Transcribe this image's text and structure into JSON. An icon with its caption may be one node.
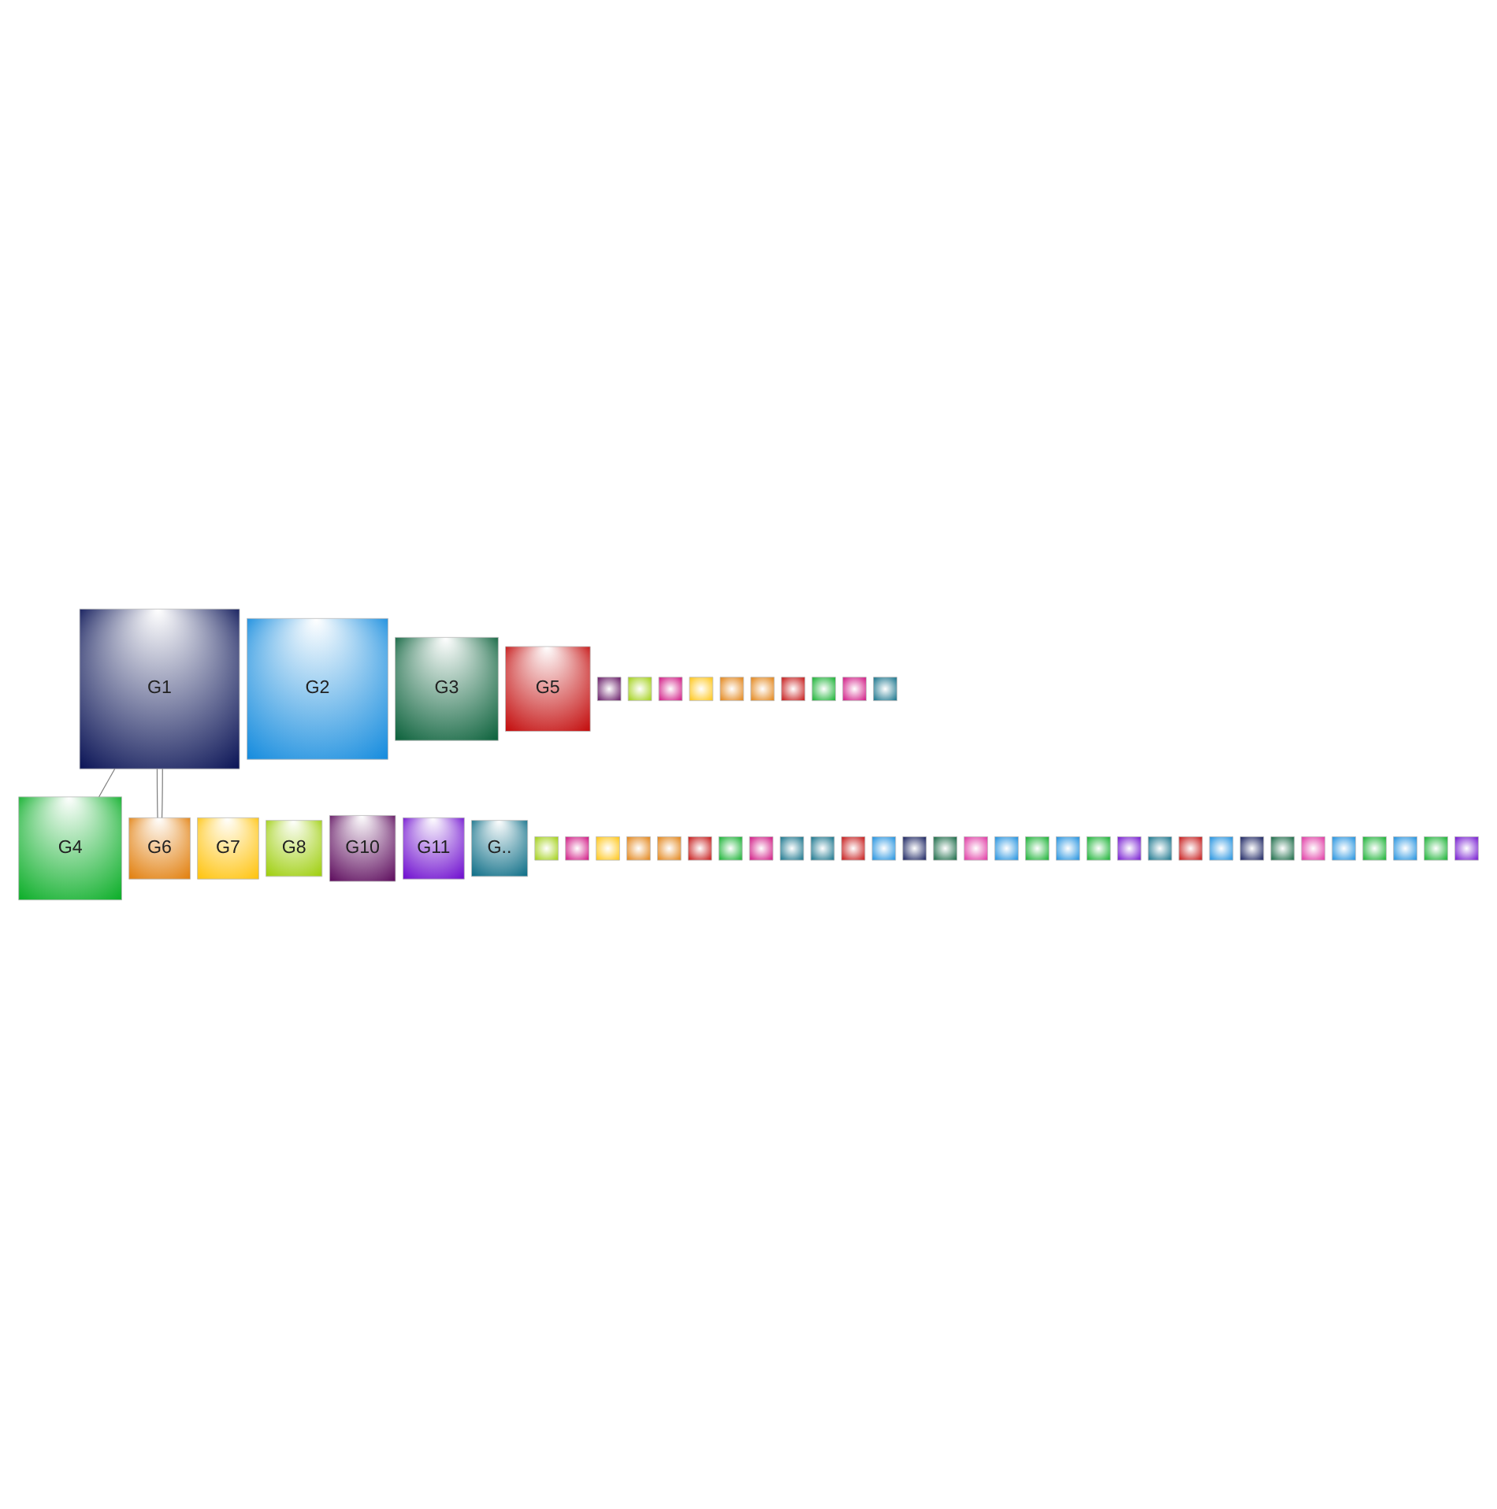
{
  "diagram": {
    "nodes": [
      {
        "text": [
          "G1"
        ]
      },
      {
        "text": [
          "G2"
        ]
      },
      {
        "text": [
          "G3"
        ]
      },
      {
        "text": [
          "G4"
        ]
      },
      {
        "text": [
          "G5"
        ]
      },
      {
        "text": [
          "G6"
        ]
      },
      {
        "text": [
          "G7"
        ]
      },
      {
        "text": [
          "G8"
        ]
      },
      {
        "text": [
          "G10"
        ]
      },
      {
        "text": [
          "G11"
        ]
      },
      {
        "text": [
          "G.."
        ]
      },
      {
        "text": [],
        "shape": "box"
      },
      {
        "text": [],
        "shape": "box"
      },
      {
        "text": [],
        "shape": "box"
      },
      {
        "text": [],
        "shape": "box"
      },
      {
        "text": [],
        "shape": "box"
      },
      {
        "text": [],
        "shape": "box"
      },
      {
        "text": [],
        "shape": "box"
      },
      {
        "text": [],
        "shape": "box"
      },
      {
        "text": [],
        "shape": "box"
      },
      {
        "text": [],
        "shape": "box"
      },
      {
        "text": [],
        "shape": "box"
      },
      {
        "text": [],
        "shape": "box"
      },
      {
        "text": [],
        "shape": "box"
      },
      {
        "text": [],
        "shape": "box"
      },
      {
        "text": [],
        "shape": "box"
      },
      {
        "text": [],
        "shape": "box"
      },
      {
        "text": [],
        "shape": "box"
      },
      {
        "text": [],
        "shape": "box"
      },
      {
        "text": [],
        "shape": "box"
      },
      {
        "text": [],
        "shape": "box"
      },
      {
        "text": [],
        "shape": "box"
      },
      {
        "text": [],
        "shape": "box"
      },
      {
        "text": [],
        "shape": "box"
      },
      {
        "text": [],
        "shape": "box"
      },
      {
        "text": [],
        "shape": "box"
      },
      {
        "text": [],
        "shape": "box"
      },
      {
        "text": [],
        "shape": "box"
      },
      {
        "text": [],
        "shape": "box"
      },
      {
        "text": [],
        "shape": "box"
      },
      {
        "text": [],
        "shape": "box"
      },
      {
        "text": [],
        "shape": "box"
      },
      {
        "text": [],
        "shape": "box"
      },
      {
        "text": [],
        "shape": "box"
      },
      {
        "text": [],
        "shape": "box"
      },
      {
        "text": [],
        "shape": "box"
      },
      {
        "text": [],
        "shape": "box"
      },
      {
        "text": [],
        "shape": "box"
      },
      {
        "text": [],
        "shape": "box"
      },
      {
        "text": [],
        "shape": "box"
      },
      {
        "text": [],
        "shape": "box"
      },
      {
        "text": [],
        "shape": "box"
      }
    ],
    "edges": [
      {
        "from": 0,
        "to": 5,
        "arrow": "none"
      },
      {
        "from": 0,
        "to": 5,
        "arrow": "none"
      },
      {
        "from": 0,
        "to": 3,
        "arrow": "none"
      }
    ]
  }
}
